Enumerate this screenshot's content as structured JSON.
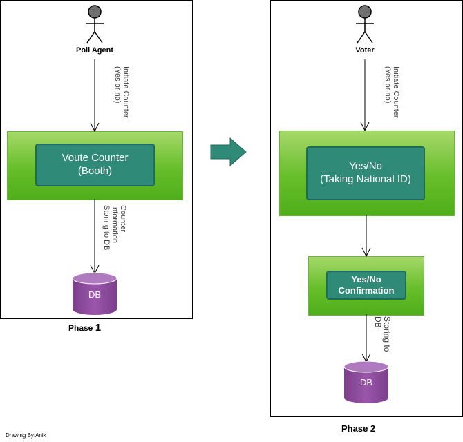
{
  "phase1": {
    "actor": "Poll Agent",
    "initiate_label": "Initiate Counter\n(Yes or no)",
    "booth_box": "Voute Counter\n(Booth)",
    "storing_label": "Counter\nInformation\nStoring to DB",
    "db_label": "DB",
    "phase_word": "Phase",
    "phase_number": "1"
  },
  "phase2": {
    "actor": "Voter",
    "initiate_label": "Initiate Counter\n(Yes or no)",
    "id_box": "Yes/No\n(Taking National ID)",
    "confirm_box": "Yes/No\nConfirmation",
    "storing_label": "Storing to\nDB",
    "db_label": "DB",
    "phase_label": "Phase 2"
  },
  "credit": "Drawing By:Anik",
  "colors": {
    "teal": "#2f8a78",
    "green": "#66be2a",
    "db_purple": "#9050a0",
    "arrow_teal": "#2f8a78"
  }
}
